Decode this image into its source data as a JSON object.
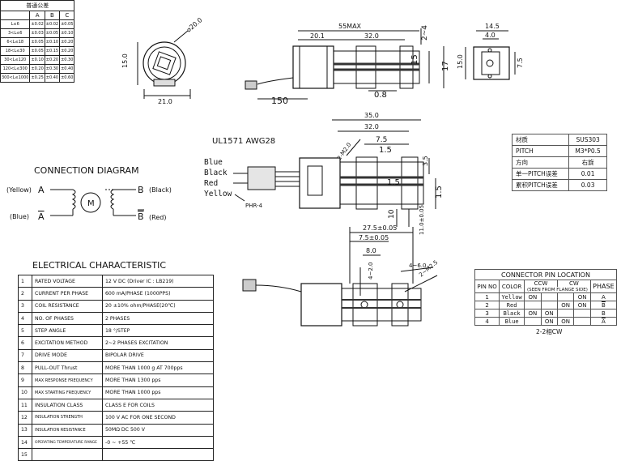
{
  "tolerance_table": {
    "title": "普通公差",
    "headers": [
      "",
      "A",
      "B",
      "C"
    ],
    "rows": [
      [
        "L≤6",
        "±0.02",
        "±0.02",
        "±0.05"
      ],
      [
        "3<L≤6",
        "±0.03",
        "±0.05",
        "±0.10"
      ],
      [
        "6<L≤18",
        "±0.05",
        "±0.10",
        "±0.20"
      ],
      [
        "18<L≤30",
        "±0.05",
        "±0.15",
        "±0.20"
      ],
      [
        "30<L≤120",
        "±0.10",
        "±0.20",
        "±0.30"
      ],
      [
        "120<L≤300",
        "±0.20",
        "±0.30",
        "±0.40"
      ],
      [
        "300<L≤1000",
        "±0.25",
        "±0.40",
        "±0.60"
      ]
    ]
  },
  "top_drawing": {
    "dim_diameter": "⌀20.0",
    "dim_height": "15.0",
    "dim_width": "21.0",
    "dim_max": "55MAX",
    "dim_20_1": "20.1",
    "dim_32_0": "32.0",
    "dim_2_4": "2~4",
    "dim_15": "15",
    "dim_17": "17",
    "dim_150": "150",
    "dim_0_8": "0.8",
    "dim_14_5": "14.5",
    "dim_4_0": "4.0",
    "dim_15_0": "15.0",
    "dim_7_5": "7.5"
  },
  "mid_drawing": {
    "cable_label": "UL1571 AWG28",
    "wires": [
      "Blue",
      "Black",
      "Red",
      "Yellow"
    ],
    "connector": "PHR-4",
    "dim_35_0": "35.0",
    "dim_32_0": "32.0",
    "dim_7_5": "7.5",
    "dim_1_5": "1.5",
    "dim_m2": "2-M2.0",
    "dim_3_5": "3.5",
    "dim_1_5b": "1.5",
    "dim_10": "10",
    "dim_1_5c": "1.5",
    "dim_11": "11.0±0.05"
  },
  "low_drawing": {
    "dim_27_5": "27.5±0.05",
    "dim_7_5": "7.5±0.05",
    "dim_8_0": "8.0",
    "dim_4_2": "4~2.0",
    "dim_4_6": "4~6.0",
    "dim_2_m2": "2~M2.5"
  },
  "connection": {
    "title": "CONNECTION  DIAGRAM",
    "yellow": "(Yellow)",
    "a": "A",
    "blue": "(Blue)",
    "abar": "A",
    "motor": "M",
    "b": "B",
    "black": "(Black)",
    "bbar": "B",
    "red": "(Red)"
  },
  "electrical": {
    "title": "ELECTRICAL  CHARACTERISTIC",
    "rows": [
      [
        "1",
        "RATED VOLTAGE",
        "12  V DC    (Driver IC : LB219)"
      ],
      [
        "2",
        "CURRENT PER PHASE",
        "600  mA/PHASE (1000PPS)"
      ],
      [
        "3",
        "COIL RESISTANCE",
        "20  ±10% ohm/PHASE(20℃)"
      ],
      [
        "4",
        "NO. OF PHASES",
        "2    PHASES"
      ],
      [
        "5",
        "STEP ANGLE",
        "18   °/STEP"
      ],
      [
        "6",
        "EXCITATION METHOD",
        "2~2 PHASES EXCITATION"
      ],
      [
        "7",
        "DRIVE MODE",
        "BIPOLAR DRIVE"
      ],
      [
        "8",
        "PULL-OUT Thrust",
        "MORE THAN 1000 g   AT 700pps"
      ],
      [
        "9",
        "MAX RESPONSE FREQUENCY",
        "MORE THAN 1300   pps"
      ],
      [
        "10",
        "MAX STARTING FREQUENCY",
        "MORE THAN 1000 pps"
      ],
      [
        "11",
        "INSULATION CLASS",
        "CLASS E FOR COILS"
      ],
      [
        "12",
        "INSULATION STRENGTH",
        "100 V AC FOR ONE SECOND"
      ],
      [
        "13",
        "INSULATION RESISTANCE",
        "50MΩ  DC 500 V"
      ],
      [
        "14",
        "OPERATING TEMPERATURE RANGE",
        "-0 ~ +55 ℃"
      ],
      [
        "15",
        "",
        ""
      ]
    ]
  },
  "material": {
    "rows": [
      [
        "材质",
        "SUS303"
      ],
      [
        "PITCH",
        "M3*P0.5"
      ],
      [
        "方向",
        "右旋"
      ],
      [
        "单一PITCH误差",
        "0.01"
      ],
      [
        "累积PITCH误差",
        "0.03"
      ]
    ]
  },
  "connector_pin": {
    "title": "CONNECTOR PIN LOCATION",
    "h_pin": "PIN NO",
    "h_color": "COLOR",
    "h_ccw": "CCW",
    "h_cw": "CW",
    "h_seen": "(SEEN FROM FLANGE SIDE)",
    "h_phase": "PHASE",
    "rows": [
      {
        "pin": "1",
        "color": "Yellow",
        "s1": "ON",
        "s2": "",
        "s3": "",
        "s4": "ON",
        "phase": "A"
      },
      {
        "pin": "2",
        "color": "Red",
        "s1": "",
        "s2": "",
        "s3": "ON",
        "s4": "ON",
        "phase": "B"
      },
      {
        "pin": "3",
        "color": "Black",
        "s1": "ON",
        "s2": "ON",
        "s3": "",
        "s4": "",
        "phase": "B"
      },
      {
        "pin": "4",
        "color": "Blue",
        "s1": "",
        "s2": "ON",
        "s3": "ON",
        "s4": "",
        "phase": "A"
      }
    ],
    "footer": "2-2相CW"
  }
}
